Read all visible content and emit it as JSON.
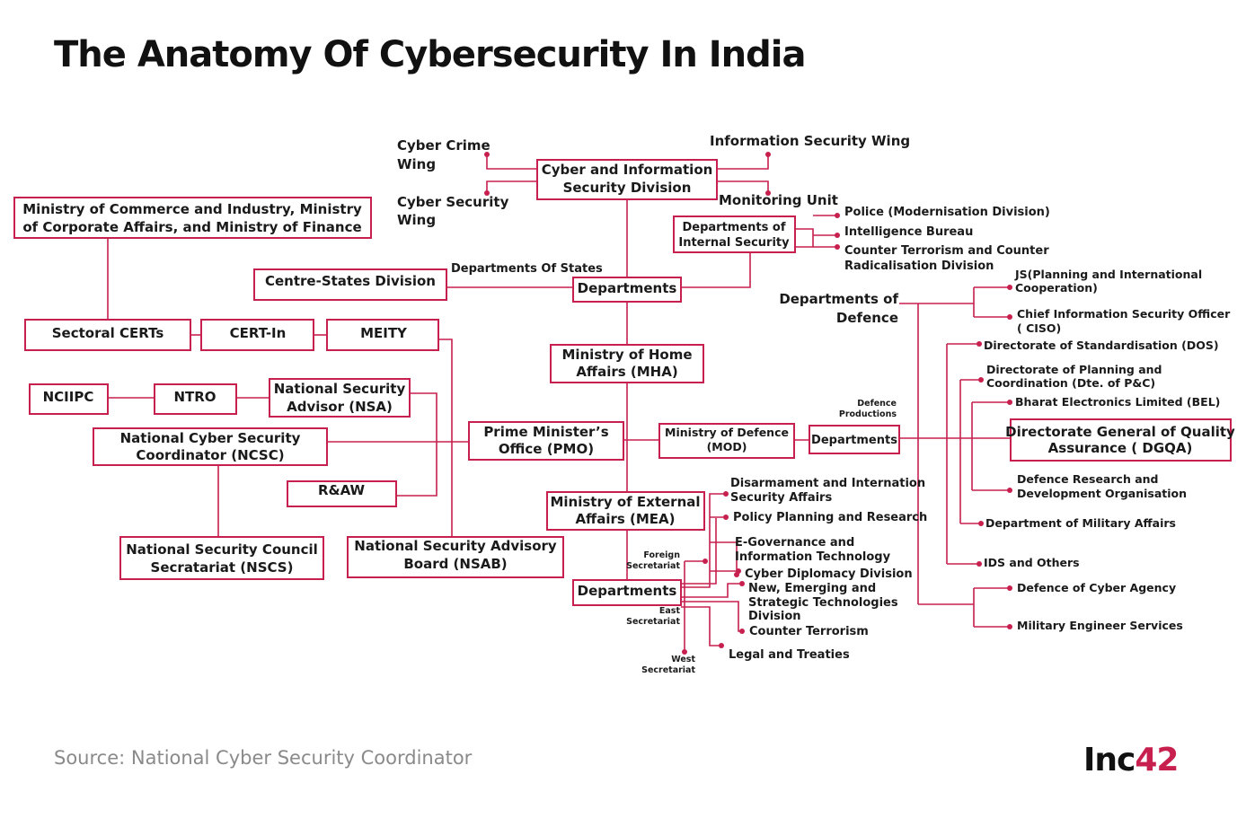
{
  "title": "The Anatomy Of Cybersecurity In India",
  "source": "Source: National Cyber Security Coordinator",
  "logo": {
    "text": "Inc",
    "number": "42"
  },
  "colors": {
    "accent": "#c7204f",
    "text": "#1a1a1a",
    "muted": "#8a8a8a"
  },
  "boxes": {
    "cyber_info_sec_div": [
      "Cyber and Information",
      "Security Division"
    ],
    "ministry_commerce": [
      "Ministry of Commerce and Industry, Ministry",
      "of Corporate Affairs, and Ministry of Finance"
    ],
    "dept_internal_security": [
      "Departments of",
      "Internal Security"
    ],
    "centre_states": [
      "Centre-States Division"
    ],
    "departments_mha": [
      "Departments"
    ],
    "sectoral_certs": [
      "Sectoral CERTs"
    ],
    "cert_in": [
      "CERT-In"
    ],
    "meity": [
      "MEITY"
    ],
    "mha": [
      "Ministry of Home",
      "Affairs (MHA)"
    ],
    "nciipc": [
      "NCIIPC"
    ],
    "ntro": [
      "NTRO"
    ],
    "nsa": [
      "National Security",
      "Advisor (NSA)"
    ],
    "ncsc": [
      "National Cyber Security",
      "Coordinator (NCSC)"
    ],
    "pmo": [
      "Prime Minister’s",
      "Office (PMO)"
    ],
    "mod": [
      "Ministry of Defence",
      "(MOD)"
    ],
    "departments_mod": [
      "Departments"
    ],
    "dgqa": [
      "Directorate General of Quality",
      "Assurance ( DGQA)"
    ],
    "raw": [
      "R&AW"
    ],
    "mea": [
      "Ministry of External",
      "Affairs (MEA)"
    ],
    "nscs": [
      "National Security Council",
      "Secratariat (NSCS)"
    ],
    "nsab": [
      "National Security Advisory",
      "Board (NSAB)"
    ],
    "departments_mea": [
      "Departments"
    ]
  },
  "labels": {
    "cyber_crime_wing": [
      "Cyber Crime",
      "Wing"
    ],
    "cyber_security_wing": [
      "Cyber Security",
      "Wing"
    ],
    "info_sec_wing": [
      "Information Security Wing"
    ],
    "monitoring_unit": [
      "Monitoring Unit"
    ],
    "police_modernisation": [
      "Police (Modernisation Division)"
    ],
    "intelligence_bureau": [
      "Intelligence Bureau"
    ],
    "counter_terrorism_radical": [
      "Counter Terrorism and Counter",
      "Radicalisation Division"
    ],
    "departments_of_states": [
      "Departments Of States"
    ],
    "departments_of_defence": [
      "Departments of",
      "Defence"
    ],
    "js_planning": [
      "JS(Planning and International",
      "Cooperation)"
    ],
    "ciso": [
      "Chief Information Security Officer",
      "( CISO)"
    ],
    "dos": [
      "Directorate of Standardisation (DOS)"
    ],
    "dte_pc": [
      "Directorate of Planning and",
      "Coordination (Dte. of P&C)"
    ],
    "bel": [
      "Bharat Electronics Limited (BEL)"
    ],
    "drdo": [
      "Defence Research and",
      "Development Organisation"
    ],
    "dma": [
      "Department of Military Affairs"
    ],
    "ids_others": [
      "IDS and Others"
    ],
    "cyber_agency": [
      "Defence of Cyber Agency"
    ],
    "mil_eng_services": [
      "Military Engineer Services"
    ],
    "defence_productions": [
      "Defence",
      "Productions"
    ],
    "disarmament": [
      "Disarmament and Internation",
      "Security Affairs"
    ],
    "policy_planning": [
      "Policy Planning and Research"
    ],
    "e_governance": [
      "E-Governance and",
      "Information Technology"
    ],
    "cyber_diplomacy": [
      "Cyber Diplomacy Division"
    ],
    "new_emerging": [
      "New, Emerging and",
      "Strategic Technologies",
      "Division"
    ],
    "counter_terrorism": [
      "Counter Terrorism"
    ],
    "legal_treaties": [
      "Legal and Treaties"
    ],
    "foreign_secretariat": [
      "Foreign",
      "Secretariat"
    ],
    "east_secretariat": [
      "East",
      "Secretariat"
    ],
    "west_secretariat": [
      "West",
      "Secretariat"
    ]
  }
}
